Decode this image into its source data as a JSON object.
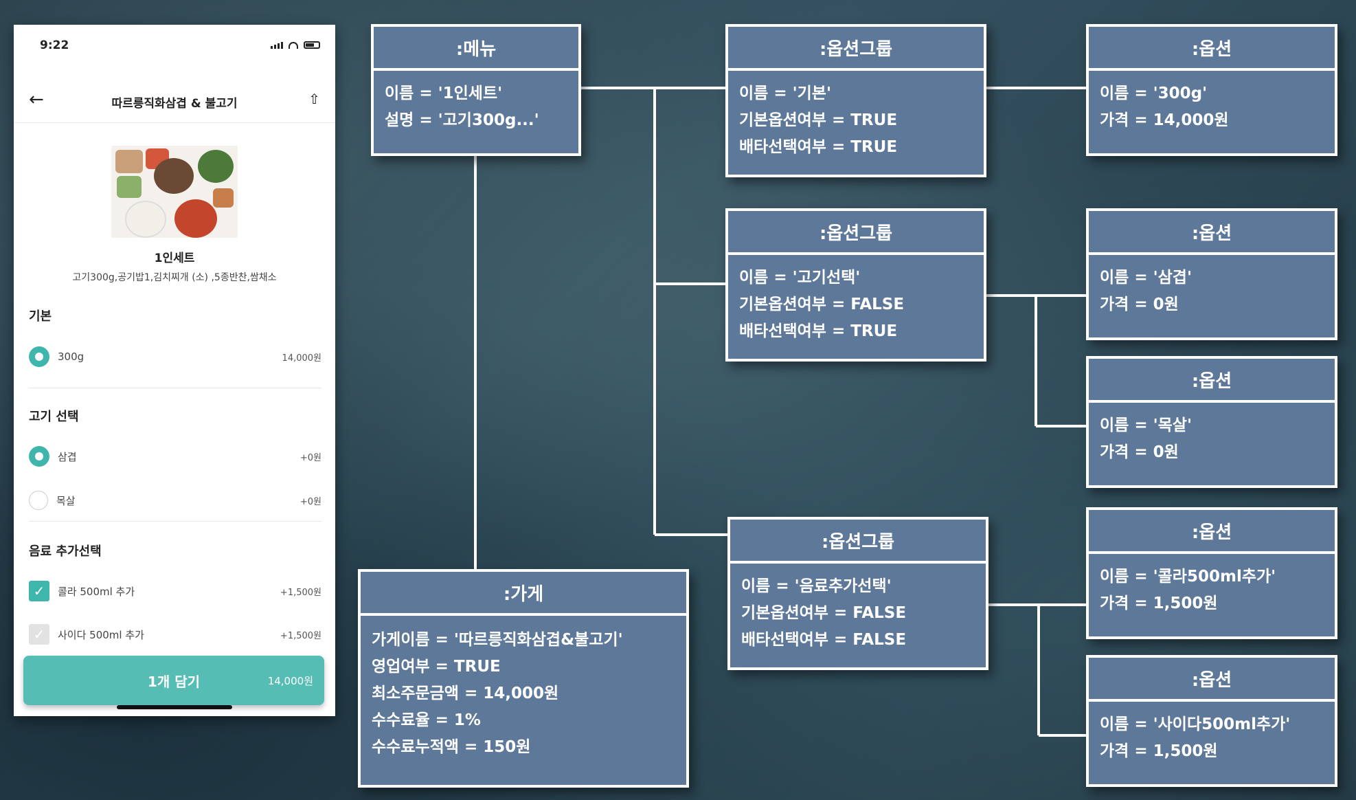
{
  "phone": {
    "status_time": "9:22",
    "header_title": "따르릉직화삼겹 & 불고기",
    "item_name": "1인세트",
    "item_desc": "고기300g,공기밥1,김치찌개 (소) ,5종반찬,쌈채소",
    "sections": [
      {
        "title": "기본",
        "options": [
          {
            "label": "300g",
            "price": "14,000원",
            "control": "radio",
            "selected": true
          }
        ]
      },
      {
        "title": "고기 선택",
        "options": [
          {
            "label": "삼겹",
            "price": "+0원",
            "control": "radio",
            "selected": true
          },
          {
            "label": "목살",
            "price": "+0원",
            "control": "radio",
            "selected": false
          }
        ]
      },
      {
        "title": "음료 추가선택",
        "options": [
          {
            "label": "콜라 500ml 추가",
            "price": "+1,500원",
            "control": "checkbox",
            "selected": true
          },
          {
            "label": "사이다 500ml 추가",
            "price": "+1,500원",
            "control": "checkbox",
            "selected": false
          }
        ]
      }
    ],
    "cart_button_label": "1개 담기",
    "cart_button_price": "14,000원",
    "accent_color": "#3fb6ac"
  },
  "diagram": {
    "menu": {
      "title": ":메뉴",
      "lines": [
        "이름 = '1인세트'",
        "설명 = '고기300g...'"
      ]
    },
    "store": {
      "title": ":가게",
      "lines": [
        "가게이름 = '따르릉직화삼겹&불고기'",
        "영업여부 = TRUE",
        "최소주문금액 = 14,000원",
        "수수료율 = 1%",
        "수수료누적액 = 150원"
      ]
    },
    "option_groups": [
      {
        "title": ":옵션그룹",
        "lines": [
          "이름 = '기본'",
          "기본옵션여부 = TRUE",
          "배타선택여부 = TRUE"
        ]
      },
      {
        "title": ":옵션그룹",
        "lines": [
          "이름 = '고기선택'",
          "기본옵션여부 = FALSE",
          "배타선택여부 = TRUE"
        ]
      },
      {
        "title": ":옵션그룹",
        "lines": [
          "이름 = '음료추가선택'",
          "기본옵션여부 = FALSE",
          "배타선택여부 = FALSE"
        ]
      }
    ],
    "options": [
      {
        "title": ":옵션",
        "lines": [
          "이름 = '300g'",
          "가격 = 14,000원"
        ]
      },
      {
        "title": ":옵션",
        "lines": [
          "이름 = '삼겹'",
          "가격 = 0원"
        ]
      },
      {
        "title": ":옵션",
        "lines": [
          "이름 = '목살'",
          "가격 = 0원"
        ]
      },
      {
        "title": ":옵션",
        "lines": [
          "이름 = '콜라500ml추가'",
          "가격 = 1,500원"
        ]
      },
      {
        "title": ":옵션",
        "lines": [
          "이름 = '사이다500ml추가'",
          "가격 = 1,500원"
        ]
      }
    ],
    "box_fill_color": "#5d7899",
    "line_color": "#ffffff"
  }
}
